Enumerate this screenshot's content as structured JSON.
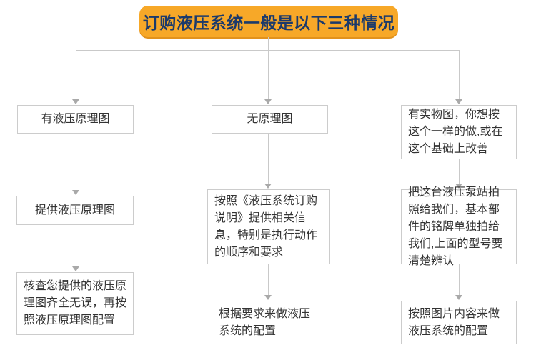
{
  "title": "订购液压系统一般是以下三种情况",
  "colors": {
    "accent_orange": "#F7A828",
    "title_text_navy": "#1B3A6B",
    "connector_gray": "#C9C9C9",
    "arrow_gray": "#A9A9A9",
    "box_border_gray": "#CCCCCC",
    "body_text": "#333333",
    "background": "#FFFFFF"
  },
  "flow": {
    "columns": [
      {
        "steps": [
          "有液压原理图",
          "提供液压原理图",
          "核查您提供的液压原理图齐全无误，再按照液压原理图配置"
        ]
      },
      {
        "steps": [
          "无原理图",
          "按照《液压系统订购说明》提供相关信息，特别是执行动作的顺序和要求",
          "根据要求来做液压系统的配置"
        ]
      },
      {
        "steps": [
          "有实物图，你想按这个一样的做,或在这个基础上改善",
          "把这台液压泵站拍照给我们，基本部件的铭牌单独拍给我们,上面的型号要清楚辨认",
          "按照图片内容来做液压系统的配置"
        ]
      }
    ]
  }
}
